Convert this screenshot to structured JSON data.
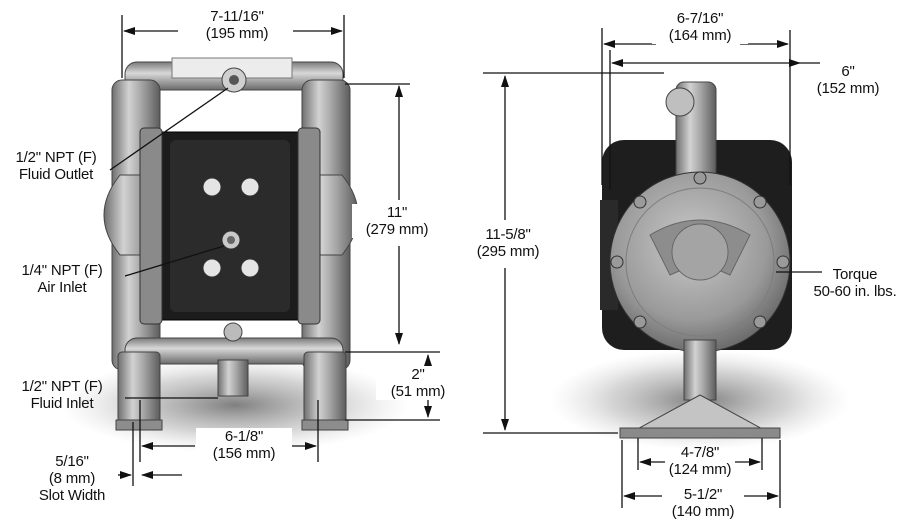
{
  "front_view": {
    "overall_width": {
      "imperial": "7-11/16\"",
      "metric": "(195 mm)"
    },
    "outlet_height": {
      "imperial": "11\"",
      "metric": "(279 mm)"
    },
    "base_height": {
      "imperial": "2\"",
      "metric": "(51 mm)"
    },
    "mount_spacing": {
      "imperial": "6-1/8\"",
      "metric": "(156 mm)"
    },
    "slot_width": {
      "imperial": "5/16\"",
      "metric": "(8 mm)",
      "caption": "Slot Width"
    },
    "callouts": {
      "fluid_outlet": {
        "line1": "1/2\" NPT (F)",
        "line2": "Fluid Outlet"
      },
      "air_inlet": {
        "line1": "1/4\" NPT (F)",
        "line2": "Air Inlet"
      },
      "fluid_inlet": {
        "line1": "1/2\" NPT (F)",
        "line2": "Fluid Inlet"
      }
    }
  },
  "side_view": {
    "top_width": {
      "imperial": "6-7/16\"",
      "metric": "(164 mm)"
    },
    "body_width": {
      "imperial": "6\"",
      "metric": "(152 mm)"
    },
    "overall_height": {
      "imperial": "11-5/8\"",
      "metric": "(295 mm)"
    },
    "mount_spacing": {
      "imperial": "4-7/8\"",
      "metric": "(124 mm)"
    },
    "base_width": {
      "imperial": "5-1/2\"",
      "metric": "(140 mm)"
    },
    "torque": {
      "line1": "Torque",
      "line2": "50-60 in. lbs."
    }
  }
}
